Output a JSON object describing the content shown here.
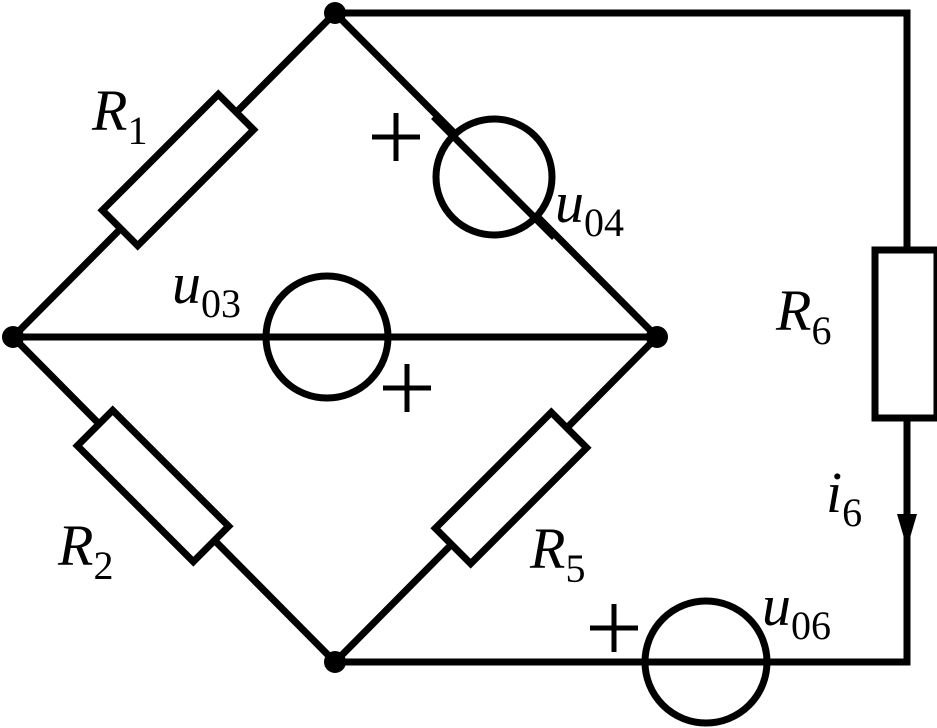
{
  "labels": {
    "R1": {
      "main": "R",
      "sub": "1"
    },
    "R2": {
      "main": "R",
      "sub": "2"
    },
    "R5": {
      "main": "R",
      "sub": "5"
    },
    "R6": {
      "main": "R",
      "sub": "6"
    },
    "u03": {
      "main": "u",
      "sub": "03"
    },
    "u04": {
      "main": "u",
      "sub": "04"
    },
    "u06": {
      "main": "u",
      "sub": "06"
    },
    "i6": {
      "main": "i",
      "sub": "6"
    }
  },
  "colors": {
    "ink": "#000000",
    "background": "#ffffff"
  }
}
